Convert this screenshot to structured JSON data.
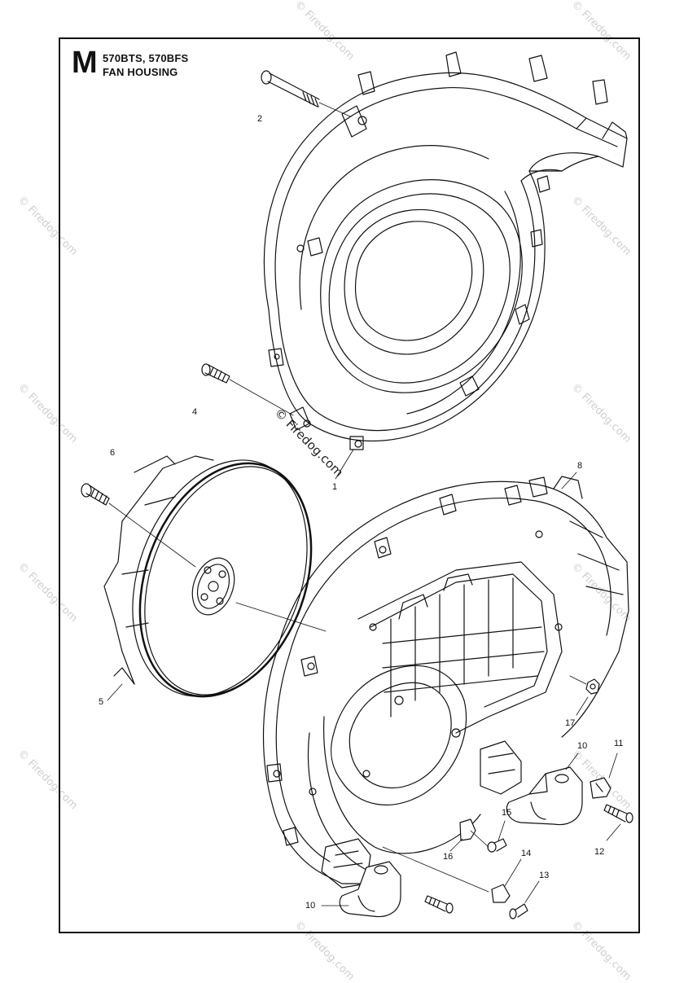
{
  "header": {
    "section_letter": "M",
    "models": "570BTS, 570BFS",
    "title": "FAN HOUSING"
  },
  "callouts": {
    "c1": "1",
    "c2": "2",
    "c4": "4",
    "c5": "5",
    "c6": "6",
    "c8": "8",
    "c10a": "10",
    "c10b": "10",
    "c11": "11",
    "c12": "12",
    "c13": "13",
    "c14": "14",
    "c15": "15",
    "c16": "16",
    "c17": "17"
  },
  "watermark": {
    "text": "© Firedog.com"
  }
}
